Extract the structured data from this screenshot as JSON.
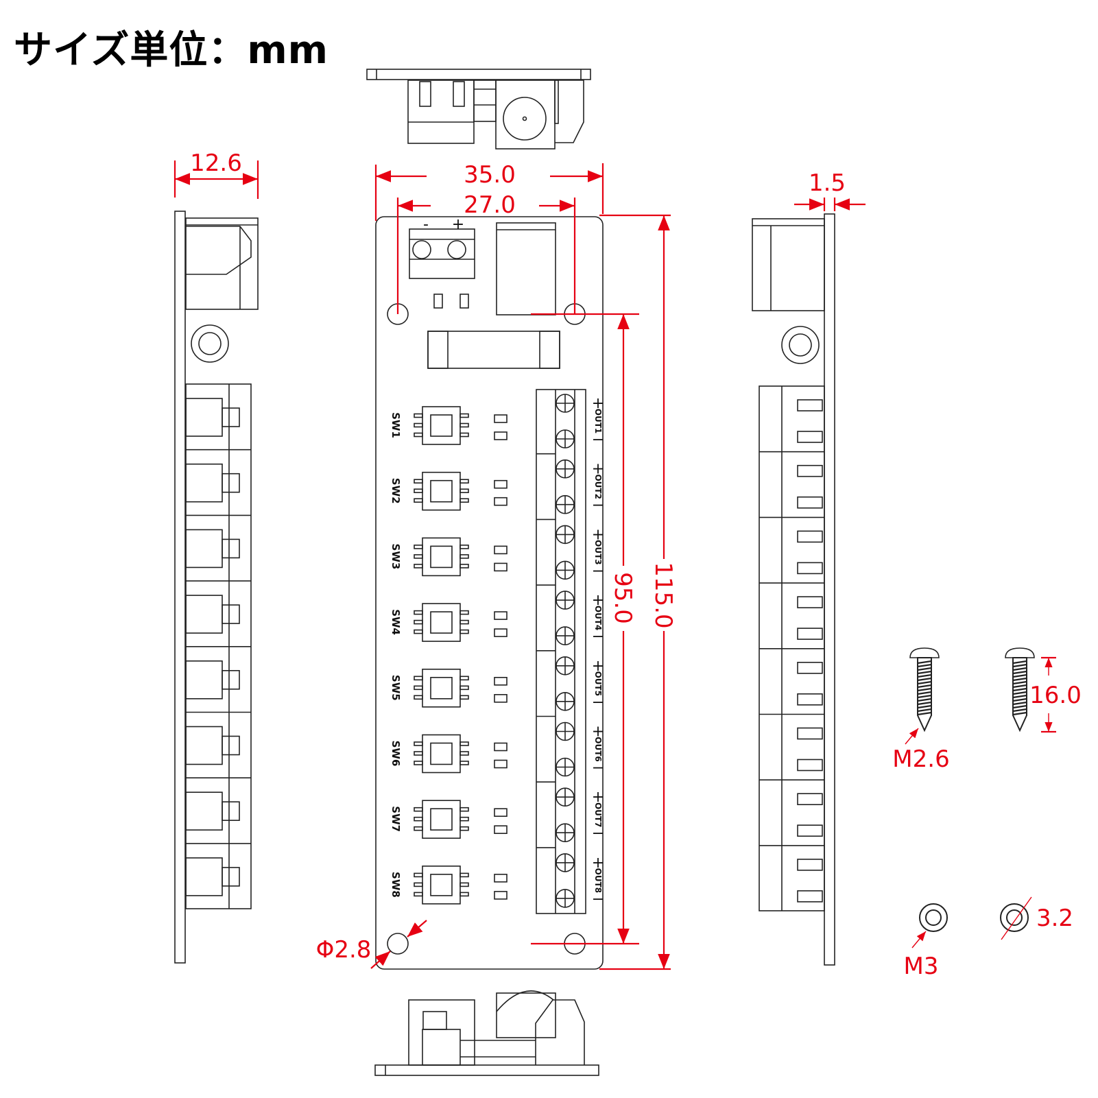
{
  "title": "サイズ単位：mm",
  "colors": {
    "dimension": "#e60012",
    "outline": "#222222"
  },
  "board": {
    "input_minus": "-",
    "input_plus": "+",
    "switches": [
      "SW1",
      "SW2",
      "SW3",
      "SW4",
      "SW5",
      "SW6",
      "SW7",
      "SW8"
    ],
    "outputs": [
      "OUT1",
      "OUT2",
      "OUT3",
      "OUT4",
      "OUT5",
      "OUT6",
      "OUT7",
      "OUT8"
    ],
    "plus_sign": "+",
    "minus_sign": "−"
  },
  "dimensions": {
    "width_outer": "35.0",
    "width_holes": "27.0",
    "length_outer": "115.0",
    "length_holes": "95.0",
    "height": "12.6",
    "pcb_thickness": "1.5",
    "hole_diameter": "Φ2.8",
    "screw_length": "16.0",
    "screw_size": "M2.6",
    "washer_size": "M3",
    "washer_inner": "3.2"
  }
}
